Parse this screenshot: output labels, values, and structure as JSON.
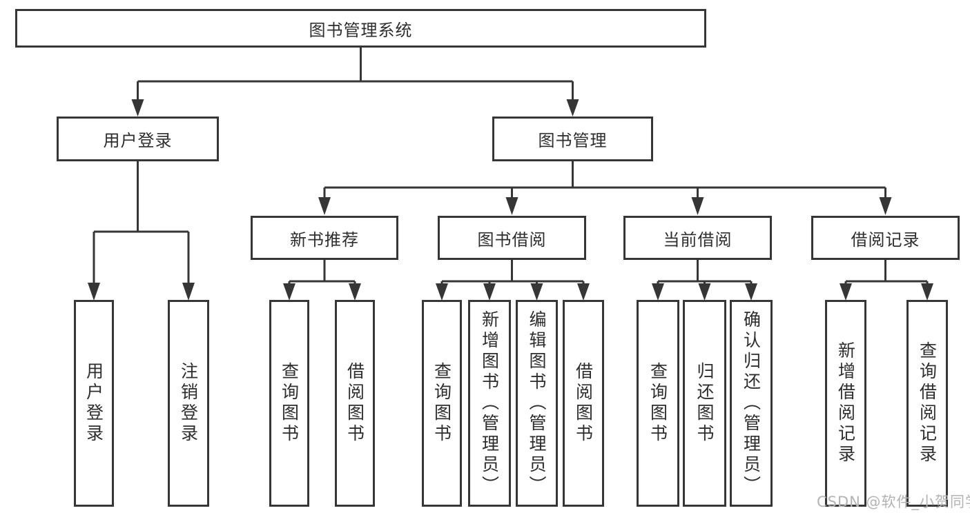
{
  "tree": {
    "label": "图书管理系统",
    "children": [
      {
        "label": "用户登录",
        "children": [
          {
            "label": "用户登录"
          },
          {
            "label": "注销登录"
          }
        ]
      },
      {
        "label": "图书管理",
        "children": [
          {
            "label": "新书推荐",
            "children": [
              {
                "label": "查询图书"
              },
              {
                "label": "借阅图书"
              }
            ]
          },
          {
            "label": "图书借阅",
            "children": [
              {
                "label": "查询图书"
              },
              {
                "label": "新增图书（管理员）"
              },
              {
                "label": "编辑图书（管理员）"
              },
              {
                "label": "借阅图书"
              }
            ]
          },
          {
            "label": "当前借阅",
            "children": [
              {
                "label": "查询图书"
              },
              {
                "label": "归还图书"
              },
              {
                "label": "确认归还（管理员）"
              }
            ]
          },
          {
            "label": "借阅记录",
            "children": [
              {
                "label": "新增借阅记录"
              },
              {
                "label": "查询借阅记录"
              }
            ]
          }
        ]
      }
    ]
  },
  "watermark": {
    "text": "CSDN @软件_小贺同学"
  },
  "colors": {
    "line": "#363636",
    "box_border": "#363636",
    "box_background": "#ffffff",
    "text": "#2d2d2d",
    "watermark": "#b3b3b3",
    "background": "#ffffff"
  }
}
